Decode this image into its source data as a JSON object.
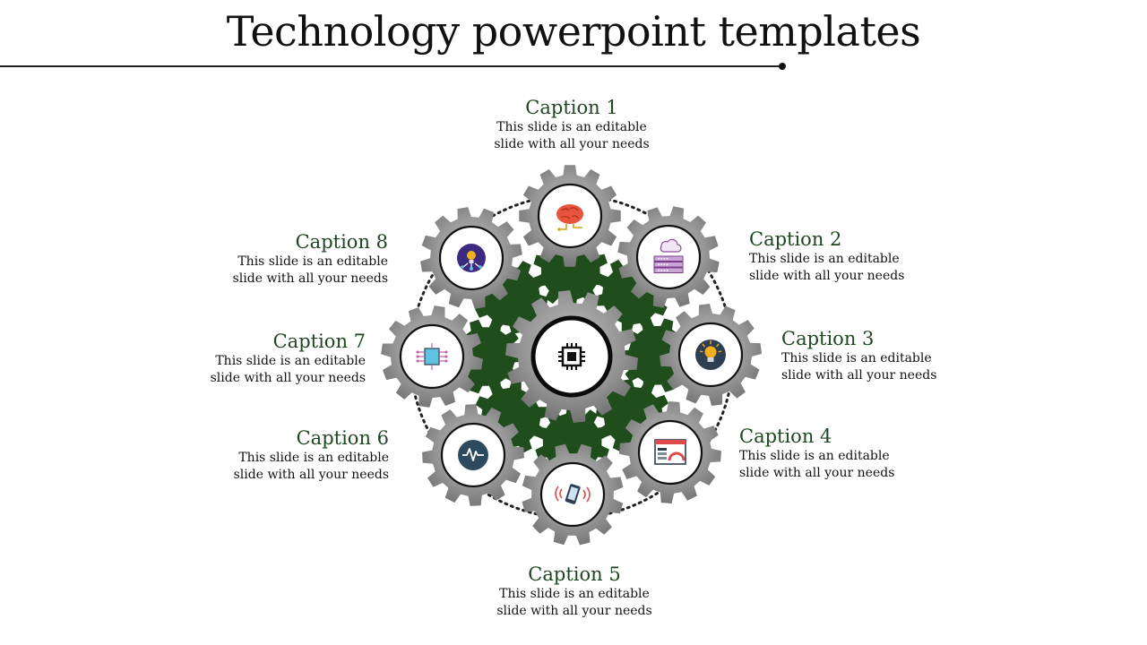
{
  "title": "Technology powerpoint templates",
  "colors": {
    "gear": "#8a8a8a",
    "gear_green": "#1f4d1c",
    "caption": "#1e4620",
    "dots": "#222222"
  },
  "center": {
    "icon": "microchip-icon"
  },
  "captions": [
    {
      "heading": "Caption 1",
      "line1": "This slide is an editable",
      "line2": "slide with all your needs",
      "icon": "brain-icon"
    },
    {
      "heading": "Caption 2",
      "line1": "This slide is an editable",
      "line2": "slide with all your needs",
      "icon": "cloud-server-icon"
    },
    {
      "heading": "Caption 3",
      "line1": "This slide is an editable",
      "line2": "slide with all your needs",
      "icon": "lightbulb-icon"
    },
    {
      "heading": "Caption 4",
      "line1": "This slide is an editable",
      "line2": "slide with all your needs",
      "icon": "browser-dashboard-icon"
    },
    {
      "heading": "Caption 5",
      "line1": "This slide is an editable",
      "line2": "slide with all your needs",
      "icon": "smartphone-vibrate-icon"
    },
    {
      "heading": "Caption 6",
      "line1": "This slide is an editable",
      "line2": "slide with all your needs",
      "icon": "pulse-icon"
    },
    {
      "heading": "Caption 7",
      "line1": "This slide is an editable",
      "line2": "slide with all your needs",
      "icon": "circuit-chip-icon"
    },
    {
      "heading": "Caption 8",
      "line1": "This slide is an editable",
      "line2": "slide with all your needs",
      "icon": "idea-network-icon"
    }
  ]
}
